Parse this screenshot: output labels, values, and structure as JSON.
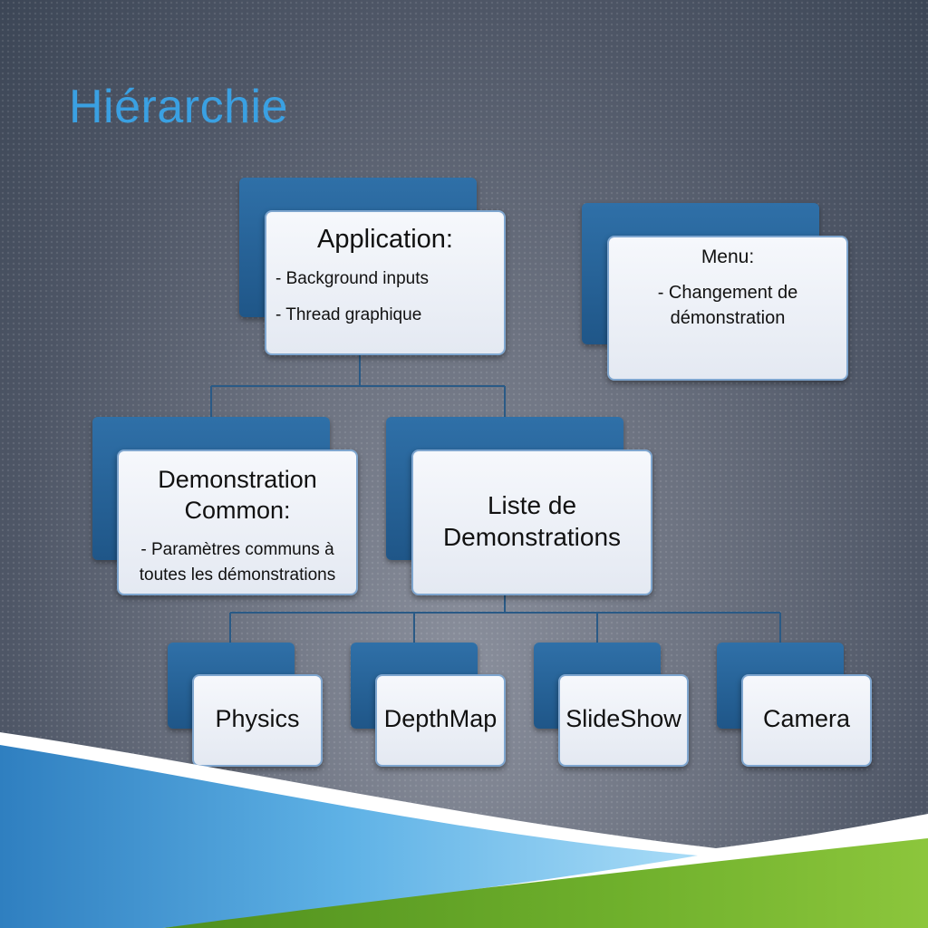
{
  "slide": {
    "title": "Hiérarchie"
  },
  "nodes": {
    "application": {
      "title": "Application:",
      "items": [
        "- Background inputs",
        "- Thread graphique"
      ]
    },
    "menu": {
      "title": "Menu:",
      "items": [
        "- Changement de",
        "démonstration"
      ]
    },
    "demonstration_common": {
      "title_lines": [
        "Demonstration",
        "Common:"
      ],
      "items": [
        "- Paramètres communs à",
        "toutes les démonstrations"
      ]
    },
    "liste_demonstrations": {
      "title_lines": [
        "Liste de",
        "Demonstrations"
      ]
    },
    "physics": {
      "title": "Physics"
    },
    "depthmap": {
      "title": "DepthMap"
    },
    "slideshow": {
      "title": "SlideShow"
    },
    "camera": {
      "title": "Camera"
    }
  },
  "colors": {
    "title": "#3aa0e2",
    "box_back": "#2a6aa2",
    "box_front": "#eef2f8",
    "connector": "#2a5a86",
    "wave_blue": "#5aaee0",
    "wave_green": "#6aaa2a"
  }
}
